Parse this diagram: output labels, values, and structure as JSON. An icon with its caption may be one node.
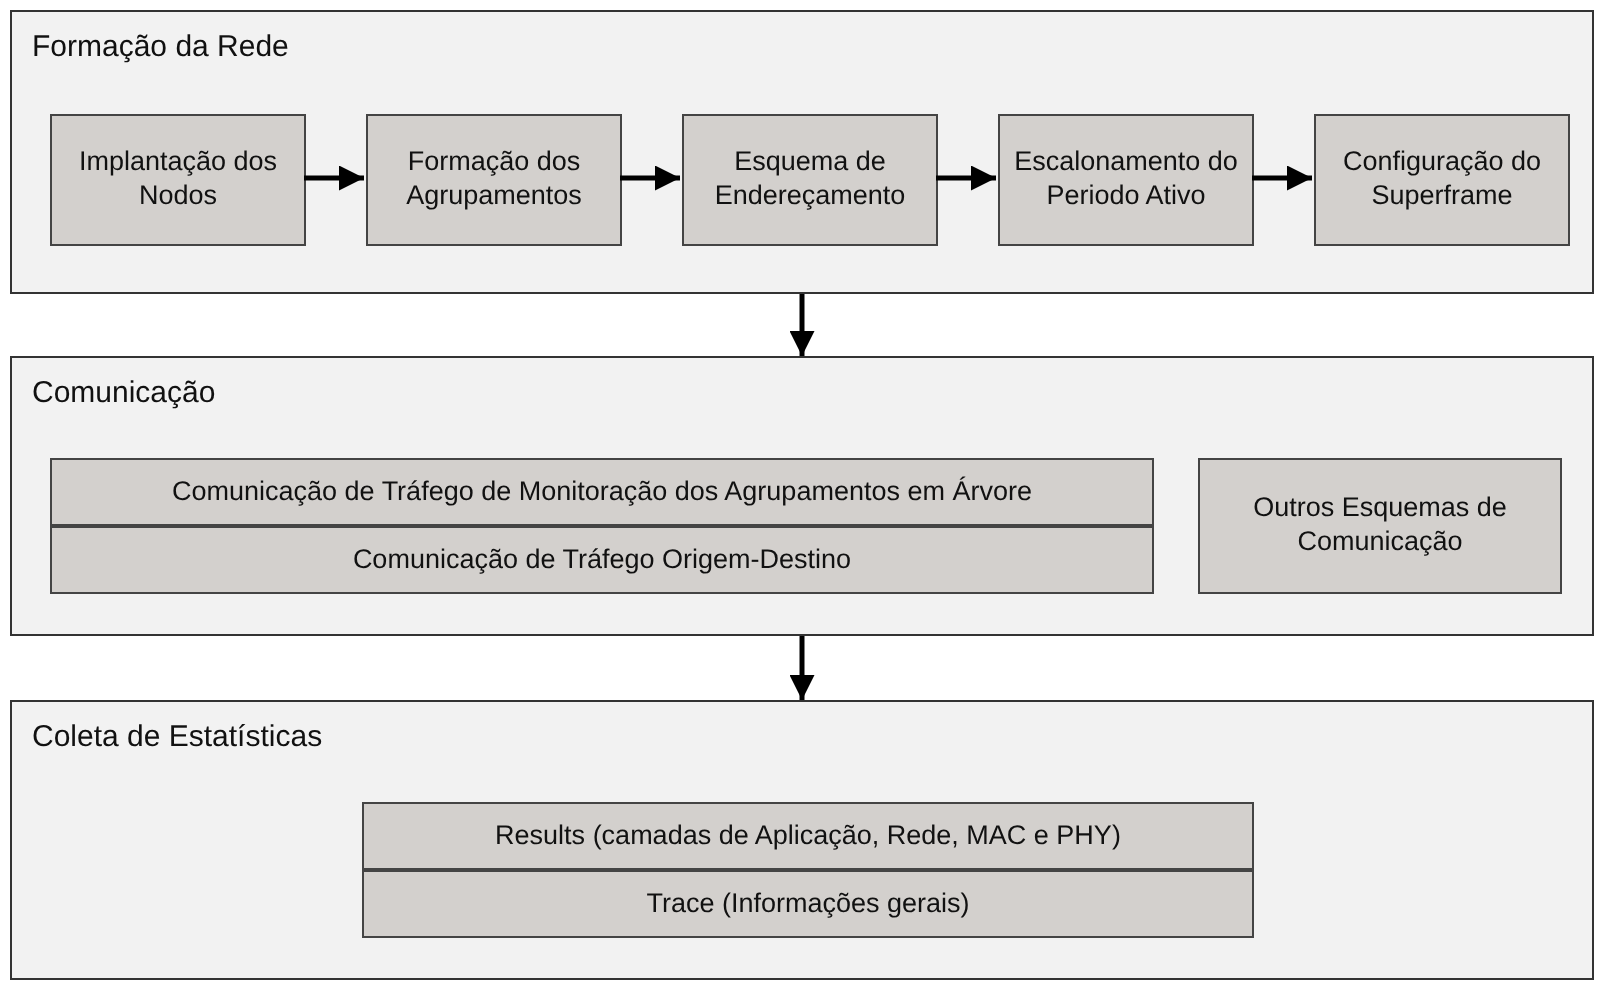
{
  "diagram": {
    "nodes": [
      {
        "text": [
          "Formação da Rede"
        ]
      },
      {
        "text": [
          "Implantação dos Nodos"
        ],
        "in": 0
      },
      {
        "text": [
          "Formação dos Agrupamentos"
        ],
        "in": 0
      },
      {
        "text": [
          "Esquema de Endereçamento"
        ],
        "in": 0
      },
      {
        "text": [
          "Escalonamento do Periodo Ativo"
        ],
        "in": 0
      },
      {
        "text": [
          "Configuração do Superframe"
        ],
        "in": 0
      },
      {
        "text": [
          "Comunicação"
        ]
      },
      {
        "text": [
          "Comunicação de Tráfego de Monitoração dos Agrupamentos em Árvore"
        ],
        "in": 6
      },
      {
        "text": [
          "Comunicação de Tráfego Origem-Destino"
        ],
        "in": 6
      },
      {
        "text": [
          "Outros Esquemas de Comunicação"
        ],
        "in": 6
      },
      {
        "text": [
          "Coleta de Estatísticas"
        ]
      },
      {
        "text": [
          "Results (camadas de Aplicação, Rede, MAC e PHY)"
        ],
        "in": 10
      },
      {
        "text": [
          "Trace (Informações gerais)"
        ],
        "in": 10
      }
    ],
    "edges": [
      {
        "from": 1,
        "to": 2,
        "arrow": "to"
      },
      {
        "from": 2,
        "to": 3,
        "arrow": "to"
      },
      {
        "from": 3,
        "to": 4,
        "arrow": "to"
      },
      {
        "from": 4,
        "to": 5,
        "arrow": "to"
      },
      {
        "from": 0,
        "to": 6,
        "arrow": "to"
      },
      {
        "from": 6,
        "to": 10,
        "arrow": "to"
      }
    ]
  }
}
